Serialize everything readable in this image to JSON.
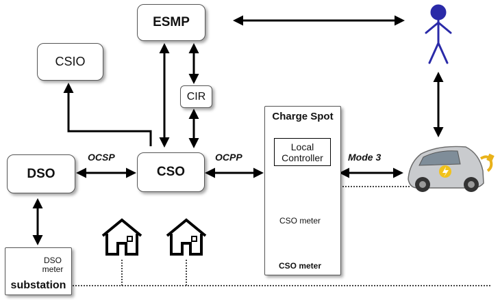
{
  "nodes": {
    "esmp": "ESMP",
    "csio": "CSIO",
    "cir": "CIR",
    "cso": "CSO",
    "dso": "DSO",
    "charge_spot": "Charge Spot",
    "local_controller": "Local Controller",
    "substation": "substation"
  },
  "edge_labels": {
    "ocsp": "OCSP",
    "ocpp": "OCPP",
    "mode3": "Mode 3"
  },
  "meters": {
    "cso_meter_1": "CSO meter",
    "cso_meter_2": "CSO meter",
    "dso_meter_line1": "DSO",
    "dso_meter_line2": "meter"
  },
  "icons": [
    "person-icon",
    "electric-car-icon",
    "house-icon",
    "meter-icon",
    "plug-icon"
  ]
}
